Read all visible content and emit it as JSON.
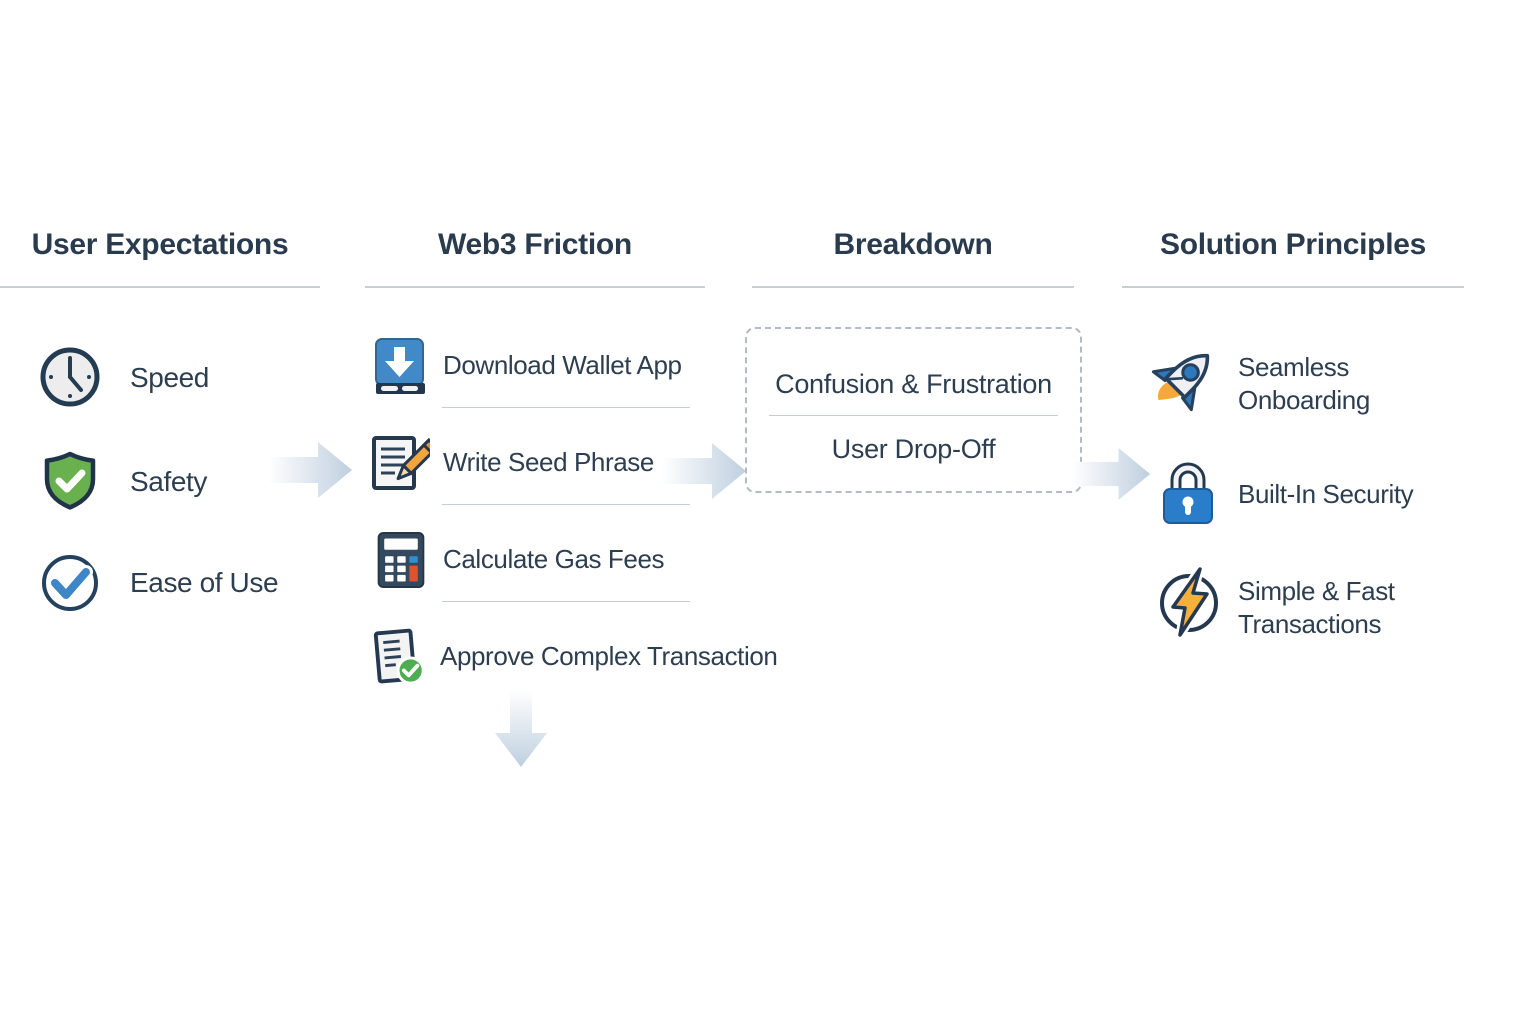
{
  "columns": [
    {
      "title": "User Expectations",
      "items": [
        {
          "icon": "clock-icon",
          "label": "Speed"
        },
        {
          "icon": "shield-check-icon",
          "label": "Safety"
        },
        {
          "icon": "circle-check-icon",
          "label": "Ease of Use"
        }
      ]
    },
    {
      "title": "Web3 Friction",
      "items": [
        {
          "icon": "wallet-download-icon",
          "label": "Download Wallet App"
        },
        {
          "icon": "seed-phrase-note-icon",
          "label": "Write Seed Phrase"
        },
        {
          "icon": "calculator-icon",
          "label": "Calculate Gas Fees"
        },
        {
          "icon": "approved-document-icon",
          "label": "Approve Complex Transaction"
        }
      ]
    },
    {
      "title": "Breakdown",
      "box_items": [
        {
          "label": "Confusion & Frustration"
        },
        {
          "label": "User Drop-Off"
        }
      ]
    },
    {
      "title": "Solution Principles",
      "items": [
        {
          "icon": "rocket-icon",
          "label": "Seamless Onboarding"
        },
        {
          "icon": "lock-icon",
          "label": "Built-In Security"
        },
        {
          "icon": "lightning-icon",
          "label": "Simple & Fast Transactions"
        }
      ]
    }
  ],
  "colors": {
    "text": "#2d3e50",
    "accent_blue": "#3d85c6",
    "accent_green": "#5cb85c",
    "accent_orange": "#f5a93c",
    "accent_red": "#e0512e",
    "arrow_fill_end": "#bfcfdf",
    "divider": "#c9cfd7",
    "dashed_border": "#b2bbc6"
  }
}
